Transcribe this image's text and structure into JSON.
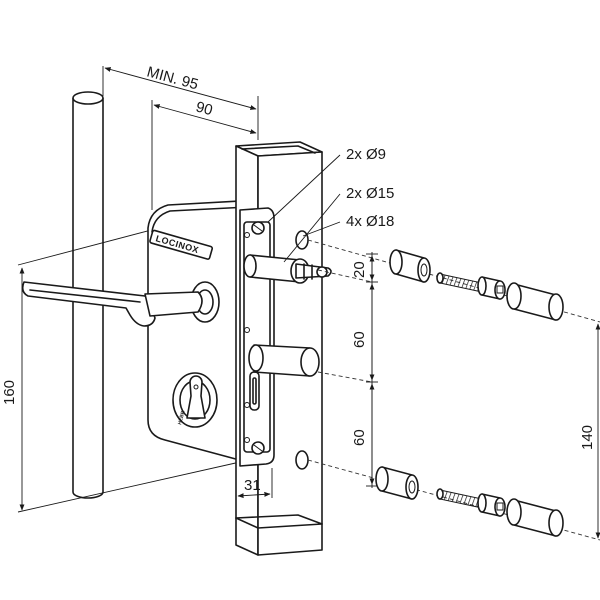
{
  "dimensions": {
    "min_95": "MIN. 95",
    "d90": "90",
    "d160": "160",
    "d20": "20",
    "d60_upper": "60",
    "d60_lower": "60",
    "d140": "140",
    "d31": "31"
  },
  "labels": {
    "hole_9": "2x Ø9",
    "hole_15": "2x Ø15",
    "hole_18": "4x Ø18"
  },
  "branding": {
    "lock_brand": "LOCINOX",
    "cylinder_brand": "HEBR"
  },
  "colors": {
    "line": "#1a1a1a",
    "background": "#ffffff"
  }
}
